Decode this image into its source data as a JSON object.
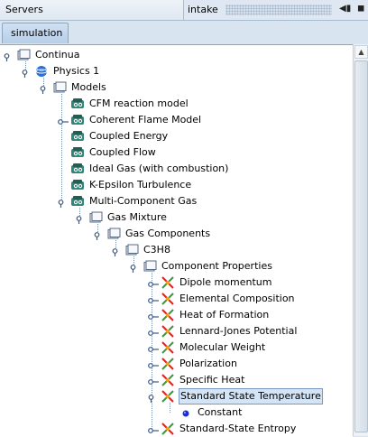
{
  "window": {
    "left_tab": "Servers",
    "right_tab": "intake",
    "right_tab_controls": [
      "◀▮",
      "◼"
    ]
  },
  "subtab": {
    "label": "simulation"
  },
  "tree": [
    {
      "label": "Continua",
      "icon": "folder",
      "depth": 0,
      "toggle": "expanded"
    },
    {
      "label": "Physics 1",
      "icon": "physics",
      "depth": 1,
      "toggle": "expanded"
    },
    {
      "label": "Models",
      "icon": "folder",
      "depth": 2,
      "toggle": "expanded"
    },
    {
      "label": "CFM reaction model",
      "icon": "model",
      "depth": 3,
      "toggle": "none"
    },
    {
      "label": "Coherent Flame Model",
      "icon": "model",
      "depth": 3,
      "toggle": "collapsed"
    },
    {
      "label": "Coupled Energy",
      "icon": "model",
      "depth": 3,
      "toggle": "none"
    },
    {
      "label": "Coupled Flow",
      "icon": "model",
      "depth": 3,
      "toggle": "none"
    },
    {
      "label": "Ideal Gas (with combustion)",
      "icon": "model",
      "depth": 3,
      "toggle": "none"
    },
    {
      "label": "K-Epsilon Turbulence",
      "icon": "model",
      "depth": 3,
      "toggle": "none"
    },
    {
      "label": "Multi-Component Gas",
      "icon": "model",
      "depth": 3,
      "toggle": "expanded"
    },
    {
      "label": "Gas Mixture",
      "icon": "folder",
      "depth": 4,
      "toggle": "expanded"
    },
    {
      "label": "Gas Components",
      "icon": "folder",
      "depth": 5,
      "toggle": "expanded"
    },
    {
      "label": "C3H8",
      "icon": "folder",
      "depth": 6,
      "toggle": "expanded"
    },
    {
      "label": "Component Properties",
      "icon": "folder",
      "depth": 7,
      "toggle": "expanded"
    },
    {
      "label": "Dipole momentum",
      "icon": "property",
      "depth": 8,
      "toggle": "collapsed"
    },
    {
      "label": "Elemental Composition",
      "icon": "property",
      "depth": 8,
      "toggle": "collapsed"
    },
    {
      "label": "Heat of Formation",
      "icon": "property",
      "depth": 8,
      "toggle": "collapsed"
    },
    {
      "label": "Lennard-Jones Potential",
      "icon": "property",
      "depth": 8,
      "toggle": "collapsed"
    },
    {
      "label": "Molecular Weight",
      "icon": "property",
      "depth": 8,
      "toggle": "collapsed"
    },
    {
      "label": "Polarization",
      "icon": "property",
      "depth": 8,
      "toggle": "collapsed"
    },
    {
      "label": "Specific Heat",
      "icon": "property",
      "depth": 8,
      "toggle": "collapsed"
    },
    {
      "label": "Standard State Temperature",
      "icon": "property",
      "depth": 8,
      "toggle": "expanded",
      "selected": true
    },
    {
      "label": "Constant",
      "icon": "dot",
      "depth": 9,
      "toggle": "none"
    },
    {
      "label": "Standard-State Entropy",
      "icon": "property",
      "depth": 8,
      "toggle": "collapsed"
    }
  ]
}
